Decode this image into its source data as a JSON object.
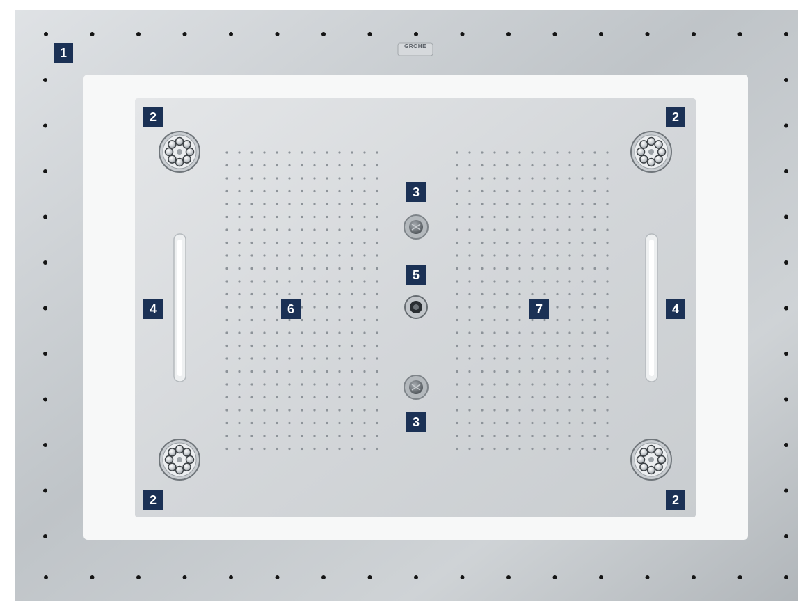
{
  "brand": {
    "text": "GROHE"
  },
  "callouts": {
    "frame": "1",
    "massage_sprays": "2",
    "side_sprays": "3",
    "light_strips": "4",
    "center_jet": "5",
    "rain_left": "6",
    "rain_right": "7"
  },
  "colors": {
    "badge": "#1b3155",
    "frame_steel": "#c3c7cb",
    "inner_panel": "#d9dcdf",
    "white_surround": "#f7f8f8"
  }
}
